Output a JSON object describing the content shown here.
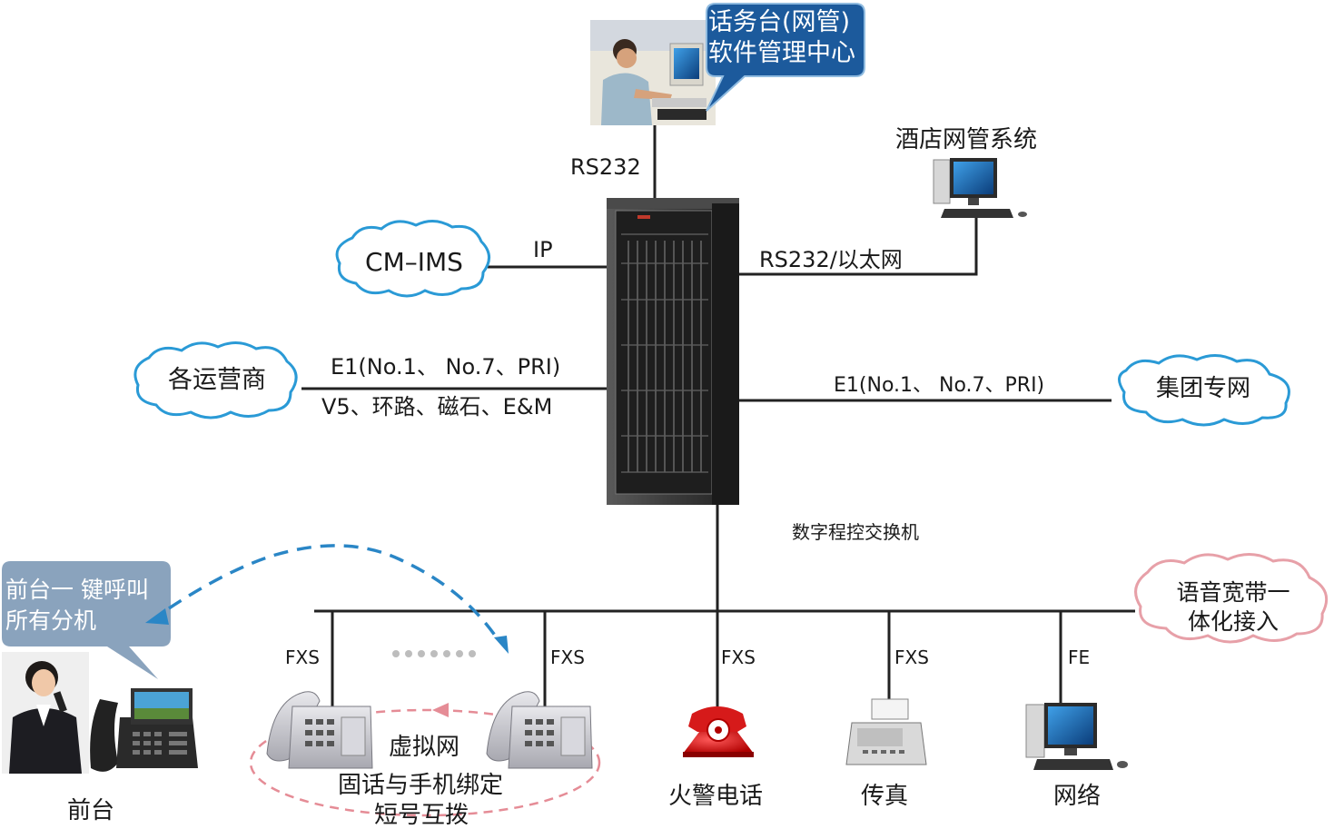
{
  "callout_console": {
    "line1": "话务台(网管)",
    "line2": "软件管理中心"
  },
  "callout_front": {
    "line1": "前台一 键呼叫",
    "line2": "所有分机"
  },
  "links": {
    "rs232": "RS232",
    "ip": "IP",
    "rs232_ethernet": "RS232/以太网",
    "e1_left_line1": "E1(No.1、 No.7、PRI)",
    "e1_left_line2": "V5、环路、磁石、E&M",
    "e1_right": "E1(No.1、 No.7、PRI)"
  },
  "nodes": {
    "hotel_nms": "酒店网管系统",
    "cm_ims": "CM–IMS",
    "operators": "各运营商",
    "group_network": "集团专网",
    "switch": "数字程控交换机",
    "voice_broadband": {
      "line1": "语音宽带一",
      "line2": "体化接入"
    }
  },
  "ports": [
    "FXS",
    "FXS",
    "FXS",
    "FXS",
    "FE"
  ],
  "endpoints": {
    "front_desk": "前台",
    "fire_phone": "火警电话",
    "fax": "传真",
    "network": "网络",
    "virtual_net": {
      "line1": "虚拟网",
      "line2": "固话与手机绑定",
      "line3": "短号互拨"
    }
  },
  "colors": {
    "bubble_blue": "#1c5a9c",
    "bubble_gray": "#8aa3bd",
    "cloud_blue": "#2a9ad6",
    "cloud_pink": "#e7a0a8",
    "dash_blue": "#2a86c6",
    "dash_pink": "#e58c96",
    "rack": "#2e2e2e"
  }
}
